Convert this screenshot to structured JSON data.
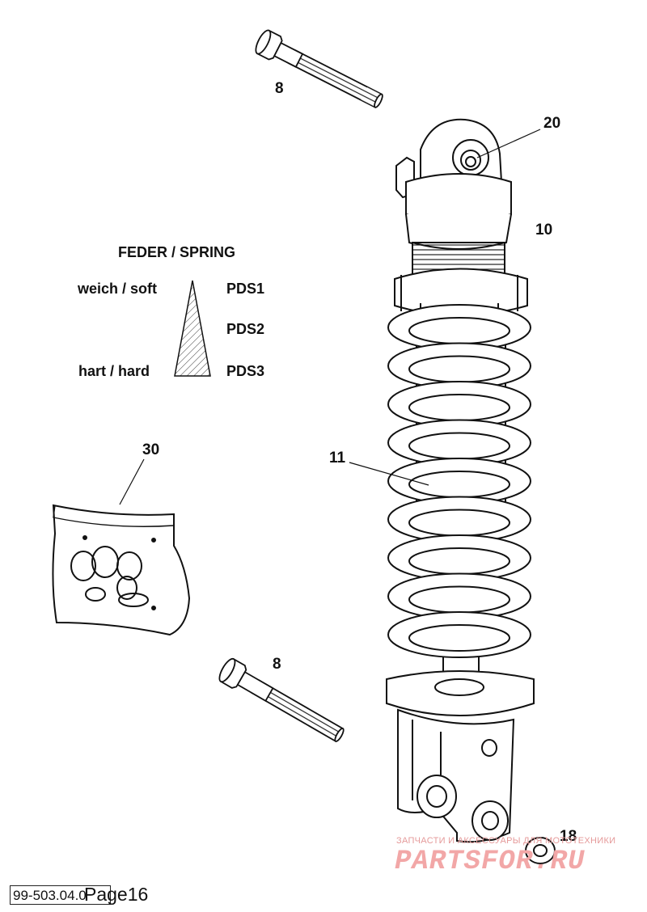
{
  "labels": {
    "bolt_top": "8",
    "bolt_bottom": "8",
    "bushing": "20",
    "shock": "10",
    "spring": "11",
    "kit": "30",
    "washer": "18"
  },
  "legend": {
    "title": "FEDER / SPRING",
    "soft": "weich / soft",
    "hard": "hart / hard",
    "pds1": "PDS1",
    "pds2": "PDS2",
    "pds3": "PDS3"
  },
  "footer": {
    "doc_code": "99-503.04.0",
    "page": "Page16"
  },
  "watermark": {
    "line1": "ЗАПЧАСТИ И АКСЕССУАРЫ ДЛЯ МОТОТЕХНИКИ",
    "logo": "PARTSFOR.RU"
  },
  "colors": {
    "ink": "#111111",
    "watermark": "#f2a7a7"
  }
}
